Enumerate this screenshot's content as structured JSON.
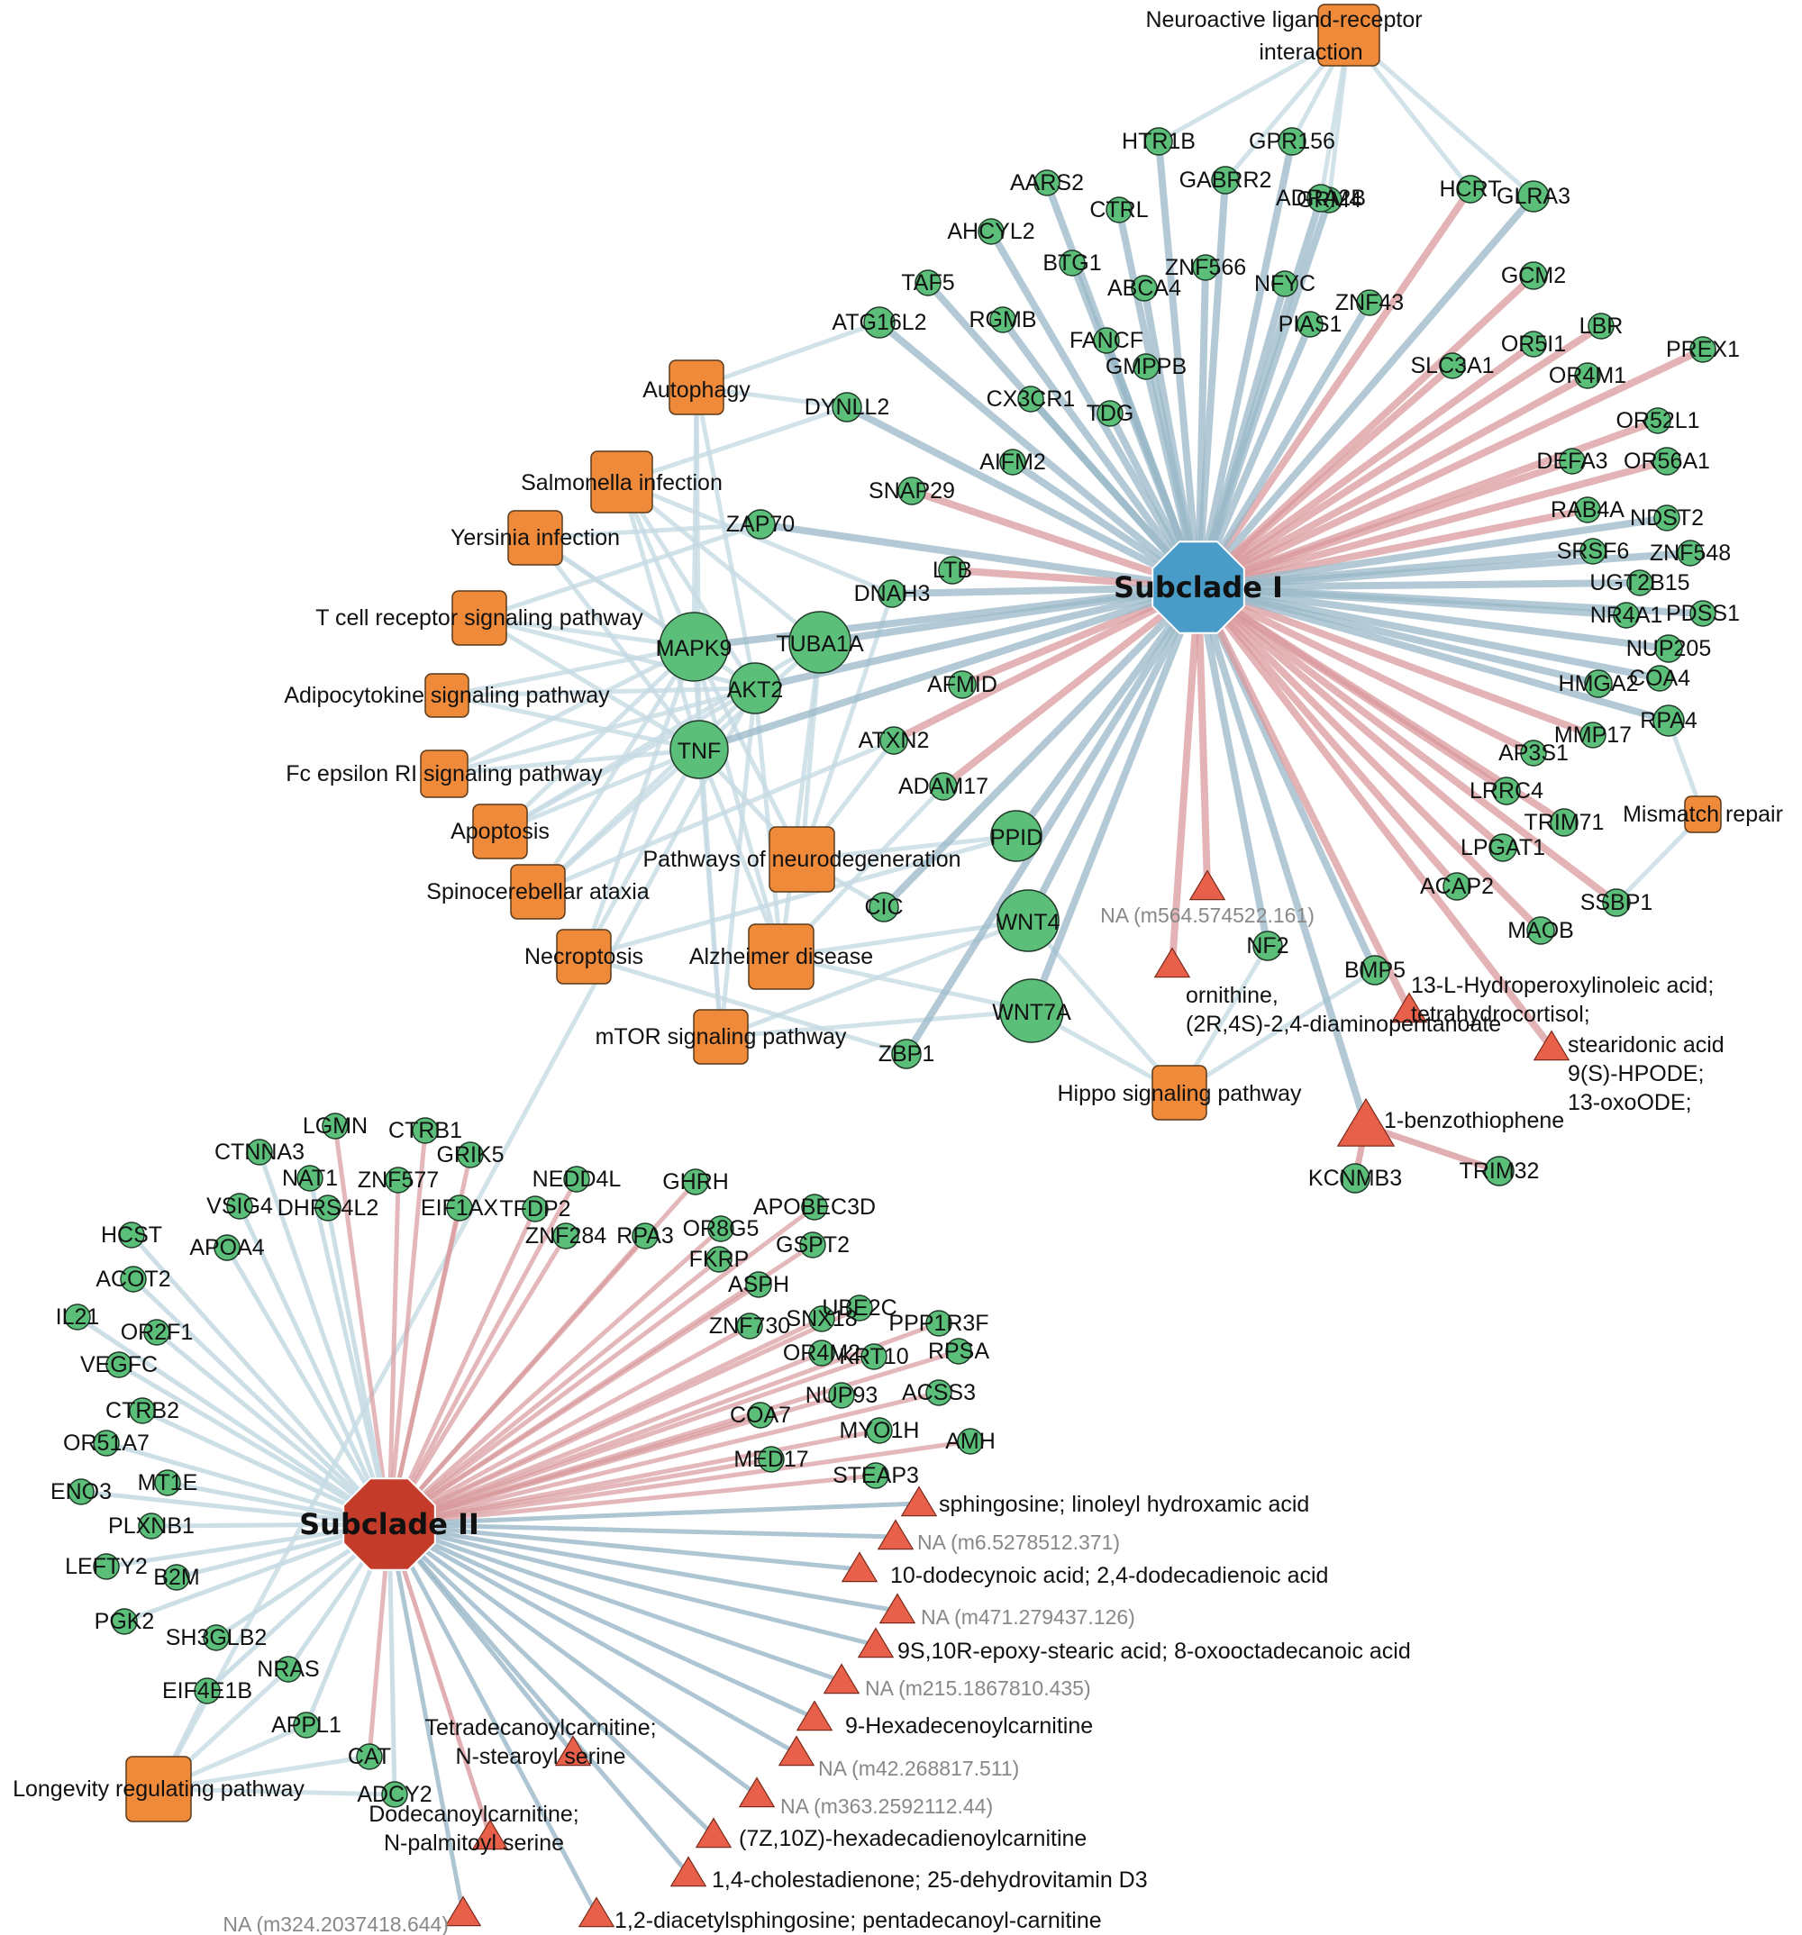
{
  "colors": {
    "gene": "#5bbf7a",
    "pathway": "#ef8a3b",
    "metabolite": "#e8604a",
    "hub_i": "#4a9cc8",
    "hub_ii": "#c53b2a",
    "edge_blue": "#9ab8c8",
    "edge_red": "#d99a9d",
    "edge_light": "#c7dbe4"
  },
  "hubs": [
    {
      "id": "subclade-i",
      "label": "Subclade I",
      "color": "#4a9cc8"
    },
    {
      "id": "subclade-ii",
      "label": "Subclade II",
      "color": "#c53b2a"
    }
  ],
  "pathways": [
    {
      "id": "neuroactive",
      "label_lines": [
        "Neuroactive ligand-receptor",
        "interaction"
      ]
    },
    {
      "id": "autophagy",
      "label_lines": [
        "Autophagy"
      ]
    },
    {
      "id": "salmonella",
      "label_lines": [
        "Salmonella infection"
      ]
    },
    {
      "id": "yersinia",
      "label_lines": [
        "Yersinia infection"
      ]
    },
    {
      "id": "tcell",
      "label_lines": [
        "T cell receptor signaling pathway"
      ]
    },
    {
      "id": "adipocytokine",
      "label_lines": [
        "Adipocytokine signaling pathway"
      ]
    },
    {
      "id": "fcepsilon",
      "label_lines": [
        "Fc epsilon RI signaling pathway"
      ]
    },
    {
      "id": "apoptosis",
      "label_lines": [
        "Apoptosis"
      ]
    },
    {
      "id": "neurodegeneration",
      "label_lines": [
        "Pathways of neurodegeneration"
      ]
    },
    {
      "id": "spinocerebellar",
      "label_lines": [
        "Spinocerebellar ataxia"
      ]
    },
    {
      "id": "necroptosis",
      "label_lines": [
        "Necroptosis"
      ]
    },
    {
      "id": "alzheimer",
      "label_lines": [
        "Alzheimer disease"
      ]
    },
    {
      "id": "mtor",
      "label_lines": [
        "mTOR signaling pathway"
      ]
    },
    {
      "id": "hippo",
      "label_lines": [
        "Hippo signaling pathway"
      ]
    },
    {
      "id": "mismatch",
      "label_lines": [
        "Mismatch repair"
      ]
    },
    {
      "id": "longevity",
      "label_lines": [
        "Longevity regulating pathway"
      ]
    }
  ],
  "genes_subclade_i": [
    "HTR1B",
    "GPR156",
    "AARS2",
    "GABRR2",
    "GRM4",
    "HCRT",
    "GLRA3",
    "CTRL",
    "ADRA2B",
    "AHCYL2",
    "BTG1",
    "ZNF566",
    "NFYC",
    "TAF5",
    "ABCA4",
    "ZNF43",
    "GCM2",
    "ATG16L2",
    "RGMB",
    "PIAS1",
    "LBR",
    "PREX1",
    "FANCF",
    "SLC3A1",
    "OR5I1",
    "GMPPB",
    "OR4M1",
    "DYNLL2",
    "CX3CR1",
    "TDG",
    "OR52L1",
    "AIFM2",
    "DEFA3",
    "OR56A1",
    "SNAP29",
    "RAB4A",
    "NDST2",
    "ZAP70",
    "SRSF6",
    "ZNF548",
    "LTB",
    "UGT2B15",
    "DNAH3",
    "NR4A1",
    "PDSS1",
    "MAPK9",
    "TUBA1A",
    "NUP205",
    "AKT2",
    "AFMID",
    "HMGA2",
    "COA4",
    "TNF",
    "MMP17",
    "RPA4",
    "ATXN2",
    "AP3S1",
    "ADAM17",
    "LRRC4",
    "TRIM71",
    "PPID",
    "LPGAT1",
    "CIC",
    "ACAP2",
    "SSBP1",
    "WNT4",
    "MAOB",
    "NF2",
    "BMP5",
    "WNT7A",
    "ZBP1",
    "KCNMB3",
    "TRIM32"
  ],
  "genes_subclade_ii": [
    "LGMN",
    "CTRB1",
    "CTNNA3",
    "GRIK5",
    "NAT1",
    "ZNF577",
    "NEDD4L",
    "GHRH",
    "VSIG4",
    "DHRS4L2",
    "EIF1AX",
    "TFDP2",
    "APOBEC3D",
    "HCST",
    "APOA4",
    "ZNF284",
    "RPA3",
    "OR8G5",
    "GSPT2",
    "ACOT2",
    "FKRP",
    "ASPH",
    "UBE2C",
    "IL21",
    "OR2F1",
    "SNX18",
    "PPP1R3F",
    "ZNF730",
    "VEGFC",
    "OR4M2",
    "KRT10",
    "RPSA",
    "CTRB2",
    "NUP93",
    "ACSS3",
    "COA7",
    "OR51A7",
    "MYO1H",
    "AMH",
    "MT1E",
    "MED17",
    "ENO3",
    "STEAP3",
    "PLXNB1",
    "LEFTY2",
    "B2M",
    "PGK2",
    "SH3GLB2",
    "NRAS",
    "EIF4E1B",
    "APPL1",
    "CAT",
    "ADCY2"
  ],
  "metabolites_subclade_i": [
    {
      "id": "m564",
      "label_lines": [
        "NA (m564.574522.161)"
      ],
      "na": true
    },
    {
      "id": "ornithine",
      "label_lines": [
        "ornithine,",
        "(2R,4S)-2,4-diaminopentanoate"
      ],
      "na": false
    },
    {
      "id": "hpode13",
      "label_lines": [
        "13-L-Hydroperoxylinoleic acid;",
        "tetrahydrocortisol;"
      ],
      "na": false
    },
    {
      "id": "stearidonic",
      "label_lines": [
        "stearidonic acid",
        "9(S)-HPODE;",
        "13-oxoODE;"
      ],
      "na": false
    },
    {
      "id": "benzothiophene",
      "label_lines": [
        "1-benzothiophene"
      ],
      "na": false
    }
  ],
  "metabolites_subclade_ii": [
    {
      "id": "sphingosine",
      "label_lines": [
        "sphingosine; linoleyl hydroxamic acid"
      ],
      "na": false
    },
    {
      "id": "m6",
      "label_lines": [
        "NA (m6.5278512.371)"
      ],
      "na": true
    },
    {
      "id": "dodecynoic",
      "label_lines": [
        "10-dodecynoic acid; 2,4-dodecadienoic acid"
      ],
      "na": false
    },
    {
      "id": "m471",
      "label_lines": [
        "NA (m471.279437.126)"
      ],
      "na": true
    },
    {
      "id": "epoxystearic",
      "label_lines": [
        "9S,10R-epoxy-stearic acid; 8-oxooctadecanoic acid"
      ],
      "na": false
    },
    {
      "id": "m215",
      "label_lines": [
        "NA (m215.1867810.435)"
      ],
      "na": true
    },
    {
      "id": "hexadecenoyl",
      "label_lines": [
        "9-Hexadecenoylcarnitine"
      ],
      "na": false
    },
    {
      "id": "tetradecanoyl",
      "label_lines": [
        "Tetradecanoylcarnitine;",
        "N-stearoyl serine"
      ],
      "na": false
    },
    {
      "id": "m42",
      "label_lines": [
        "NA (m42.268817.511)"
      ],
      "na": true
    },
    {
      "id": "m363",
      "label_lines": [
        "NA (m363.2592112.44)"
      ],
      "na": true
    },
    {
      "id": "dodecanoyl",
      "label_lines": [
        "Dodecanoylcarnitine;",
        "N-palmitoyl serine"
      ],
      "na": false
    },
    {
      "id": "hexadecadienoyl",
      "label_lines": [
        "(7Z,10Z)-hexadecadienoylcarnitine"
      ],
      "na": false
    },
    {
      "id": "cholestadienone",
      "label_lines": [
        "1,4-cholestadienone; 25-dehydrovitamin D3"
      ],
      "na": false
    },
    {
      "id": "m324",
      "label_lines": [
        "NA (m324.2037418.644)"
      ],
      "na": true
    },
    {
      "id": "diacetylsphingosine",
      "label_lines": [
        "1,2-diacetylsphingosine; pentadecanoyl-carnitine"
      ],
      "na": false
    }
  ]
}
